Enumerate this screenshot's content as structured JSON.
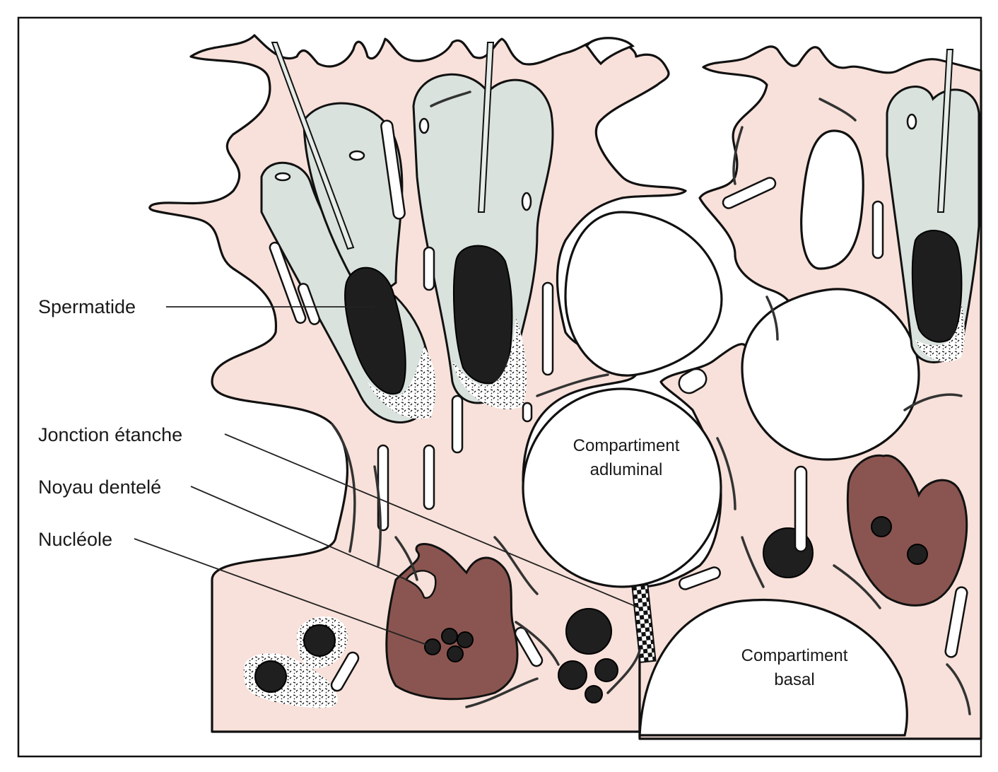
{
  "labels": {
    "spermatide": "Spermatide",
    "jonction": "Jonction étanche",
    "noyau": "Noyau dentelé",
    "nucleole": "Nucléole"
  },
  "compartments": {
    "adluminal_line1": "Compartiment",
    "adluminal_line2": "adluminal",
    "basal_line1": "Compartiment",
    "basal_line2": "basal"
  }
}
